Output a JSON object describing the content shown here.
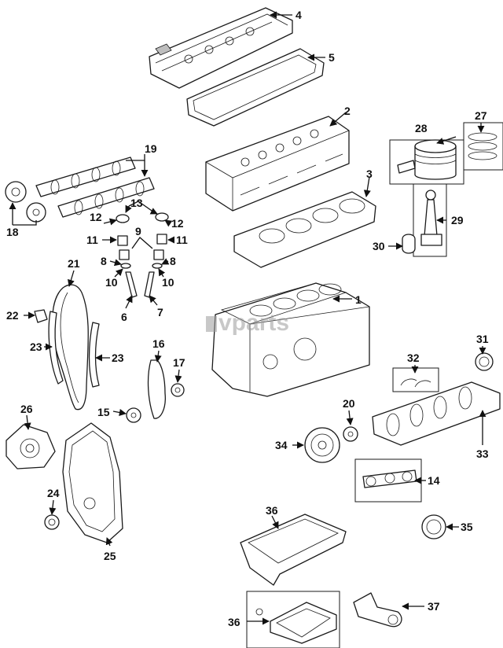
{
  "watermark": "vparts",
  "callouts": [
    "1",
    "2",
    "3",
    "4",
    "5",
    "6",
    "7",
    "8",
    "9",
    "10",
    "11",
    "12",
    "13",
    "14",
    "15",
    "16",
    "17",
    "18",
    "19",
    "20",
    "21",
    "22",
    "23",
    "24",
    "25",
    "26",
    "27",
    "28",
    "29",
    "30",
    "31",
    "32",
    "33",
    "34",
    "35",
    "36",
    "37"
  ]
}
